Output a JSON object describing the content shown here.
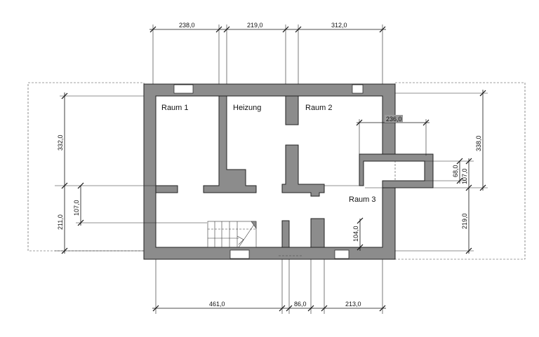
{
  "rooms": {
    "raum1": "Raum 1",
    "heizung": "Heizung",
    "raum2": "Raum 2",
    "raum3": "Raum 3"
  },
  "dimensions": {
    "top": [
      "238,0",
      "219,0",
      "312,0"
    ],
    "bottom": [
      "461,0",
      "86,0",
      "213,0"
    ],
    "left": [
      "332,0",
      "211,0",
      "107,0"
    ],
    "right": [
      "338,0",
      "219,0",
      "107,0",
      "68,0"
    ],
    "inner": [
      "236,0",
      "104,0"
    ]
  }
}
